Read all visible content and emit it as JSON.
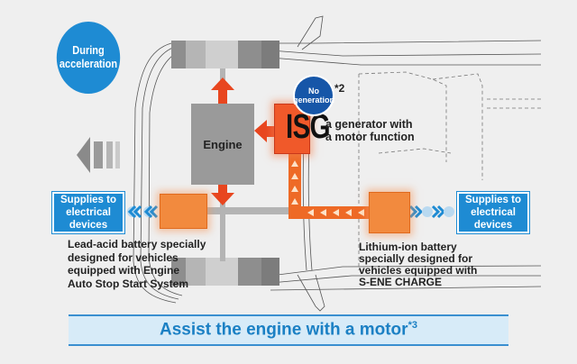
{
  "badge_mode": {
    "line1": "During",
    "line2": "acceleration"
  },
  "badge_status": {
    "line1": "No",
    "line2": "generation",
    "note": "*2"
  },
  "engine": {
    "label": "Engine"
  },
  "isg": {
    "label": "ISG",
    "desc_line1": "a generator with",
    "desc_line2": "a motor function"
  },
  "supply_left": {
    "line1": "Supplies to",
    "line2": "electrical devices"
  },
  "supply_right": {
    "line1": "Supplies to",
    "line2": "electrical devices"
  },
  "lead_acid": {
    "lines": [
      "Lead-acid battery specially",
      "designed for vehicles",
      "equipped with Engine",
      "Auto Stop Start System"
    ]
  },
  "lithium": {
    "lines": [
      "Lithium-ion battery",
      "specially designed for",
      "vehicles equipped with",
      "S-ENE CHARGE"
    ]
  },
  "footer": {
    "text": "Assist the engine with a motor",
    "note": "*3"
  },
  "colors": {
    "blue": "#1e8bd3",
    "dark_blue": "#1656a8",
    "orange": "#f0592a",
    "battery_orange": "#f28a3e",
    "engine_gray": "#9a9a9a",
    "background": "#efefef"
  }
}
